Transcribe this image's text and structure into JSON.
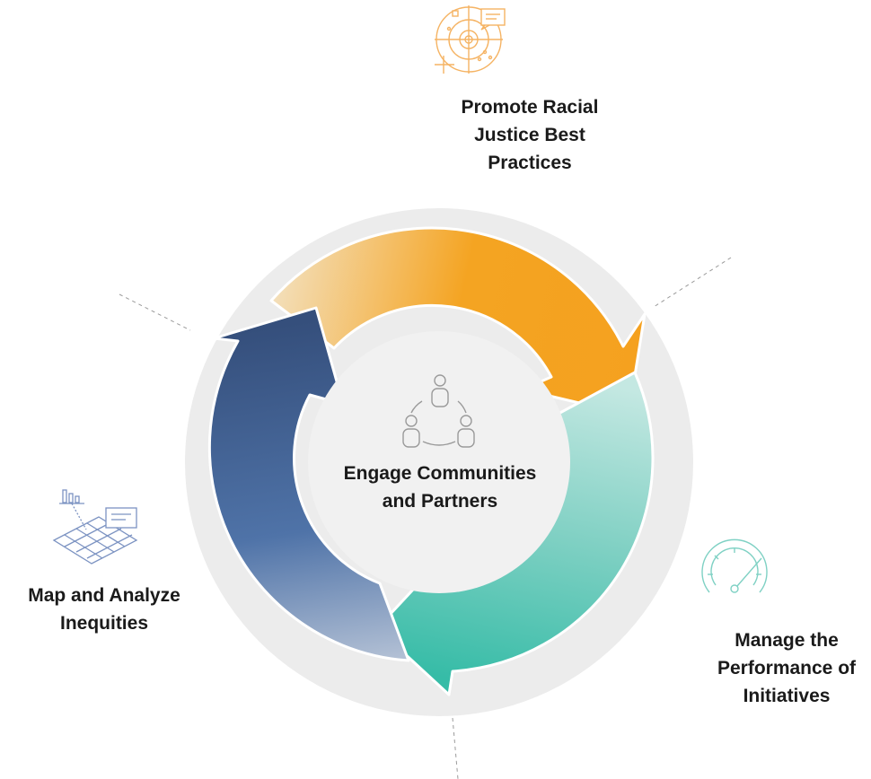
{
  "diagram": {
    "center": {
      "line1": "Engage Communities",
      "line2": "and Partners",
      "icon": "people-network-icon"
    },
    "stages": [
      {
        "id": "top",
        "line1": "Promote Racial",
        "line2": "Justice Best",
        "line3": "Practices",
        "icon": "target-chat-icon"
      },
      {
        "id": "right",
        "line1": "Manage the",
        "line2": "Performance of",
        "line3": "Initiatives",
        "icon": "speedometer-icon"
      },
      {
        "id": "left",
        "line1": "Map and Analyze",
        "line2": "Inequities",
        "icon": "map-chart-icon"
      }
    ],
    "colors": {
      "orange": "#f5a11f",
      "orange_light": "#f3dcb0",
      "teal": "#3fbfab",
      "teal_light": "#b7e3dc",
      "blue": "#3f5f90",
      "blue_light": "#a7b6cf",
      "ring": "#ececec"
    }
  }
}
